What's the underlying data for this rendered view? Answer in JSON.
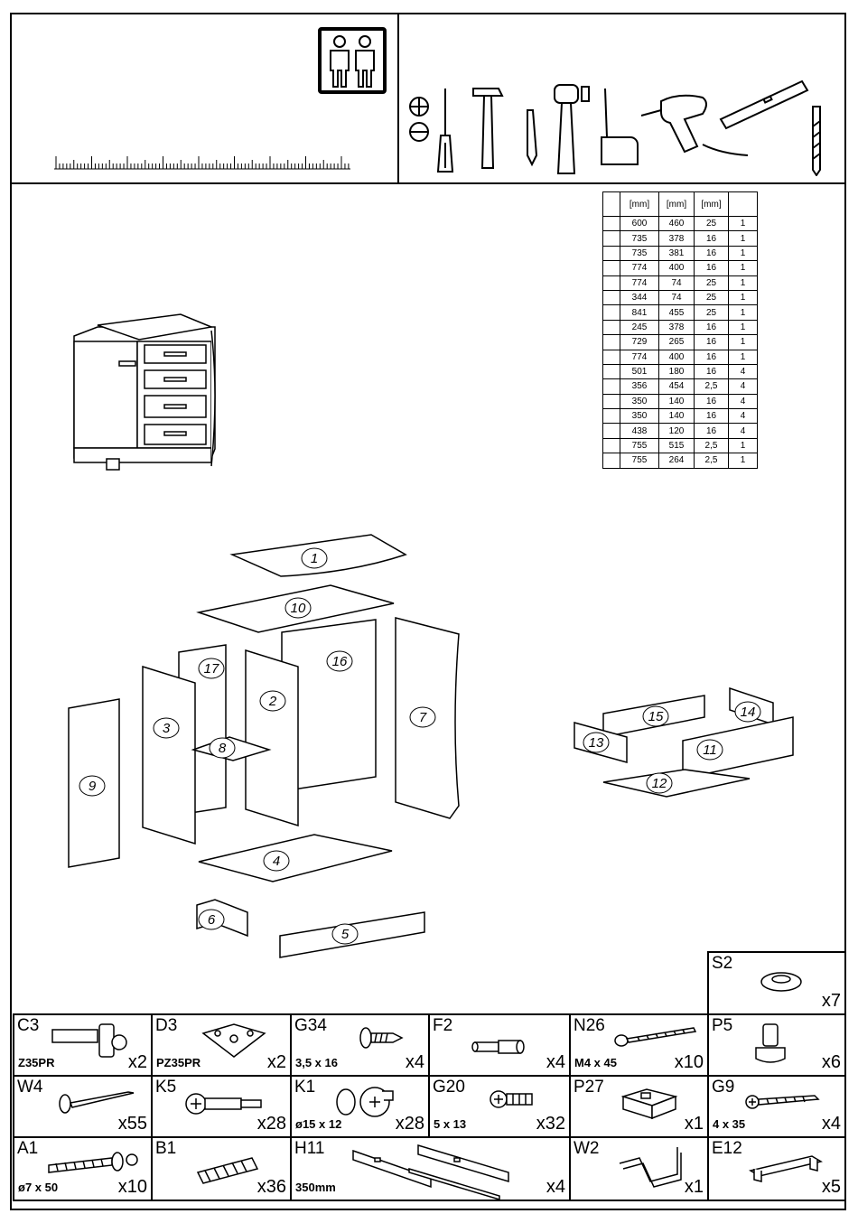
{
  "dimensions_table": {
    "headers": [
      "",
      "[mm]",
      "[mm]",
      "[mm]",
      ""
    ],
    "rows": [
      [
        "",
        "600",
        "460",
        "25",
        "1"
      ],
      [
        "",
        "735",
        "378",
        "16",
        "1"
      ],
      [
        "",
        "735",
        "381",
        "16",
        "1"
      ],
      [
        "",
        "774",
        "400",
        "16",
        "1"
      ],
      [
        "",
        "774",
        "74",
        "25",
        "1"
      ],
      [
        "",
        "344",
        "74",
        "25",
        "1"
      ],
      [
        "",
        "841",
        "455",
        "25",
        "1"
      ],
      [
        "",
        "245",
        "378",
        "16",
        "1"
      ],
      [
        "",
        "729",
        "265",
        "16",
        "1"
      ],
      [
        "",
        "774",
        "400",
        "16",
        "1"
      ],
      [
        "",
        "501",
        "180",
        "16",
        "4"
      ],
      [
        "",
        "356",
        "454",
        "2,5",
        "4"
      ],
      [
        "",
        "350",
        "140",
        "16",
        "4"
      ],
      [
        "",
        "350",
        "140",
        "16",
        "4"
      ],
      [
        "",
        "438",
        "120",
        "16",
        "4"
      ],
      [
        "",
        "755",
        "515",
        "2,5",
        "1"
      ],
      [
        "",
        "755",
        "264",
        "2,5",
        "1"
      ]
    ]
  },
  "part_numbers": [
    "1",
    "2",
    "3",
    "4",
    "5",
    "6",
    "7",
    "8",
    "9",
    "10",
    "11",
    "12",
    "13",
    "14",
    "15",
    "16",
    "17"
  ],
  "hardware": {
    "S2": {
      "code": "S2",
      "spec": "",
      "qty": "x7"
    },
    "C3": {
      "code": "C3",
      "spec": "Z35PR",
      "qty": "x2"
    },
    "D3": {
      "code": "D3",
      "spec": "PZ35PR",
      "qty": "x2"
    },
    "G34": {
      "code": "G34",
      "spec": "3,5 x 16",
      "qty": "x4"
    },
    "F2": {
      "code": "F2",
      "spec": "",
      "qty": "x4"
    },
    "N26": {
      "code": "N26",
      "spec": "M4 x 45",
      "qty": "x10"
    },
    "P5": {
      "code": "P5",
      "spec": "",
      "qty": "x6"
    },
    "W4": {
      "code": "W4",
      "spec": "",
      "qty": "x55"
    },
    "K5": {
      "code": "K5",
      "spec": "",
      "qty": "x28"
    },
    "K1": {
      "code": "K1",
      "spec": "ø15 x 12",
      "qty": "x28"
    },
    "G20": {
      "code": "G20",
      "spec": "5 x 13",
      "qty": "x32"
    },
    "P27": {
      "code": "P27",
      "spec": "",
      "qty": "x1"
    },
    "G9": {
      "code": "G9",
      "spec": "4 x 35",
      "qty": "x4"
    },
    "A1": {
      "code": "A1",
      "spec": "ø7 x 50",
      "qty": "x10"
    },
    "B1": {
      "code": "B1",
      "spec": "",
      "qty": "x36"
    },
    "H11": {
      "code": "H11",
      "spec": "350mm",
      "qty": "x4"
    },
    "W2": {
      "code": "W2",
      "spec": "",
      "qty": "x1"
    },
    "E12": {
      "code": "E12",
      "spec": "",
      "qty": "x5"
    }
  },
  "icons": [
    "two-persons-icon",
    "phillips-screw-icon",
    "flat-screw-icon",
    "screwdriver-icon",
    "hammer-icon",
    "pencil-icon",
    "mallet-icon",
    "tape-measure-icon",
    "power-drill-icon",
    "spirit-level-icon",
    "drill-bit-icon"
  ]
}
